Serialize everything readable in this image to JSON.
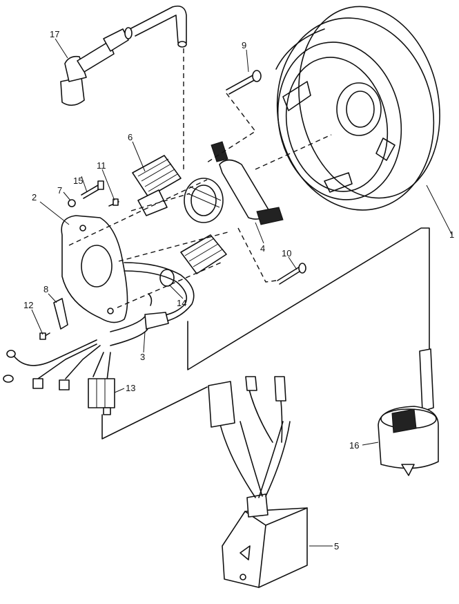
{
  "diagram": {
    "callouts": [
      {
        "id": "c1",
        "text": "1"
      },
      {
        "id": "c2",
        "text": "2"
      },
      {
        "id": "c3",
        "text": "3"
      },
      {
        "id": "c4",
        "text": "4"
      },
      {
        "id": "c5",
        "text": "5"
      },
      {
        "id": "c6",
        "text": "6"
      },
      {
        "id": "c7",
        "text": "7"
      },
      {
        "id": "c8",
        "text": "8"
      },
      {
        "id": "c9",
        "text": "9"
      },
      {
        "id": "c10",
        "text": "10"
      },
      {
        "id": "c11",
        "text": "11"
      },
      {
        "id": "c12",
        "text": "12"
      },
      {
        "id": "c13",
        "text": "13"
      },
      {
        "id": "c14",
        "text": "14"
      },
      {
        "id": "c15",
        "text": "15"
      },
      {
        "id": "c16",
        "text": "16"
      },
      {
        "id": "c17",
        "text": "17"
      }
    ]
  }
}
